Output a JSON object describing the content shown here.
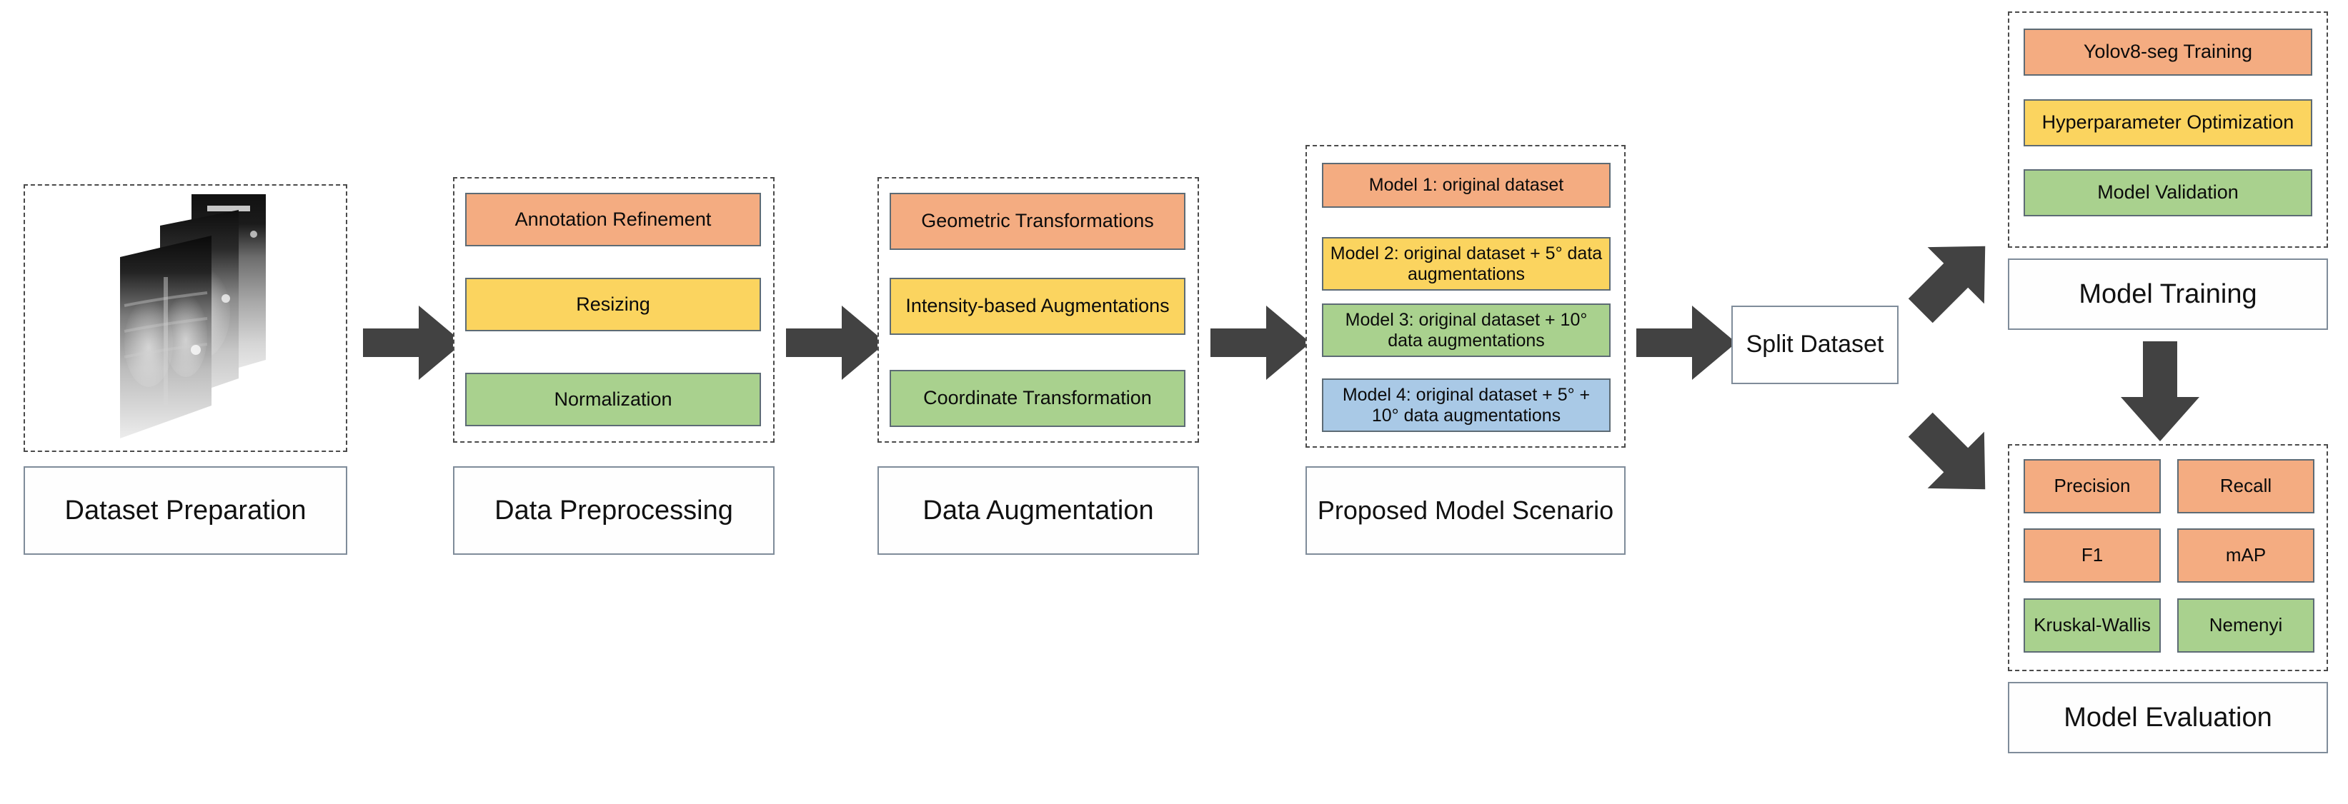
{
  "diagram": {
    "title": "Deep learning pipeline flowchart",
    "colors": {
      "orange": "#F4AC81",
      "yellow": "#FBD45F",
      "green": "#A9D18E",
      "blue": "#A9C9E6",
      "arrow": "#424242",
      "dotted_border": "#4a4a4a",
      "caption_border": "#7f8c9a"
    }
  },
  "stages": {
    "dataset_preparation": {
      "caption": "Dataset Preparation",
      "content_icon": "xray-image-stack-icon"
    },
    "data_preprocessing": {
      "caption": "Data Preprocessing",
      "items": [
        {
          "label": "Annotation Refinement",
          "color": "orange"
        },
        {
          "label": "Resizing",
          "color": "yellow"
        },
        {
          "label": "Normalization",
          "color": "green"
        }
      ]
    },
    "data_augmentation": {
      "caption": "Data Augmentation",
      "items": [
        {
          "label": "Geometric Transformations",
          "color": "orange"
        },
        {
          "label": "Intensity-based Augmentations",
          "color": "yellow"
        },
        {
          "label": "Coordinate Transformation",
          "color": "green"
        }
      ]
    },
    "proposed_model_scenario": {
      "caption": "Proposed Model Scenario",
      "items": [
        {
          "label": "Model 1: original dataset",
          "color": "orange"
        },
        {
          "label": "Model 2: original dataset + 5° data augmentations",
          "color": "yellow"
        },
        {
          "label": "Model 3: original dataset + 10° data augmentations",
          "color": "green"
        },
        {
          "label": "Model 4: original dataset + 5° + 10° data augmentations",
          "color": "blue"
        }
      ]
    },
    "split_dataset": {
      "label": "Split Dataset"
    },
    "model_training": {
      "caption": "Model Training",
      "items": [
        {
          "label": "Yolov8-seg Training",
          "color": "orange"
        },
        {
          "label": "Hyperparameter Optimization",
          "color": "yellow"
        },
        {
          "label": "Model Validation",
          "color": "green"
        }
      ]
    },
    "model_evaluation": {
      "caption": "Model Evaluation",
      "items": [
        {
          "label": "Precision",
          "color": "orange"
        },
        {
          "label": "Recall",
          "color": "orange"
        },
        {
          "label": "F1",
          "color": "orange"
        },
        {
          "label": "mAP",
          "color": "orange"
        },
        {
          "label": "Kruskal-Wallis",
          "color": "green"
        },
        {
          "label": "Nemenyi",
          "color": "green"
        }
      ]
    }
  },
  "arrows": [
    {
      "name": "arrow-prep-to-preprocessing",
      "direction": "right"
    },
    {
      "name": "arrow-preprocessing-to-augmentation",
      "direction": "right"
    },
    {
      "name": "arrow-augmentation-to-scenario",
      "direction": "right"
    },
    {
      "name": "arrow-scenario-to-split",
      "direction": "right"
    },
    {
      "name": "arrow-split-to-training",
      "direction": "up-right"
    },
    {
      "name": "arrow-split-to-evaluation",
      "direction": "down-right"
    },
    {
      "name": "arrow-training-to-evaluation",
      "direction": "down"
    }
  ]
}
